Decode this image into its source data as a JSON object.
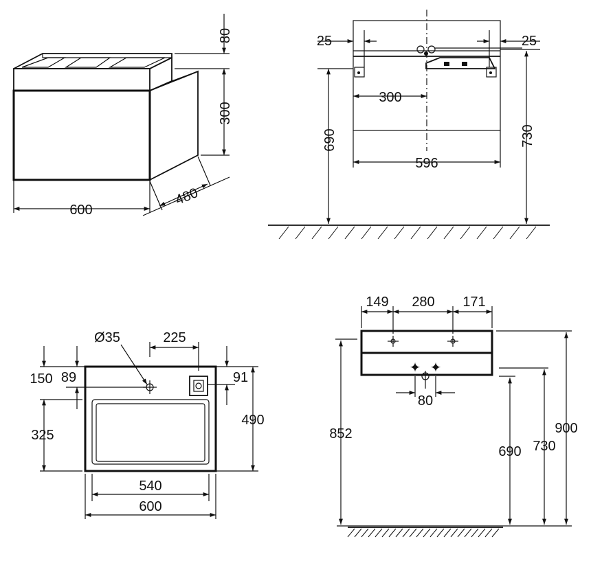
{
  "iso_view": {
    "height_top": "80",
    "height_drawer": "300",
    "width": "600",
    "depth": "480"
  },
  "front_view": {
    "offset_left": "25",
    "offset_right": "25",
    "half_width": "300",
    "inner_width": "596",
    "height_left": "690",
    "height_right": "730"
  },
  "plan_view": {
    "hole_diameter": "Ø35",
    "tap_offset": "225",
    "front_offset": "150",
    "hole_offset": "89",
    "right_offset": "91",
    "depth_lower": "325",
    "total_depth": "490",
    "basin_width": "540",
    "total_width": "600"
  },
  "side_view": {
    "seg_a": "149",
    "seg_b": "280",
    "seg_c": "171",
    "drain_width": "80",
    "height_852": "852",
    "height_690": "690",
    "height_730": "730",
    "height_900": "900"
  }
}
